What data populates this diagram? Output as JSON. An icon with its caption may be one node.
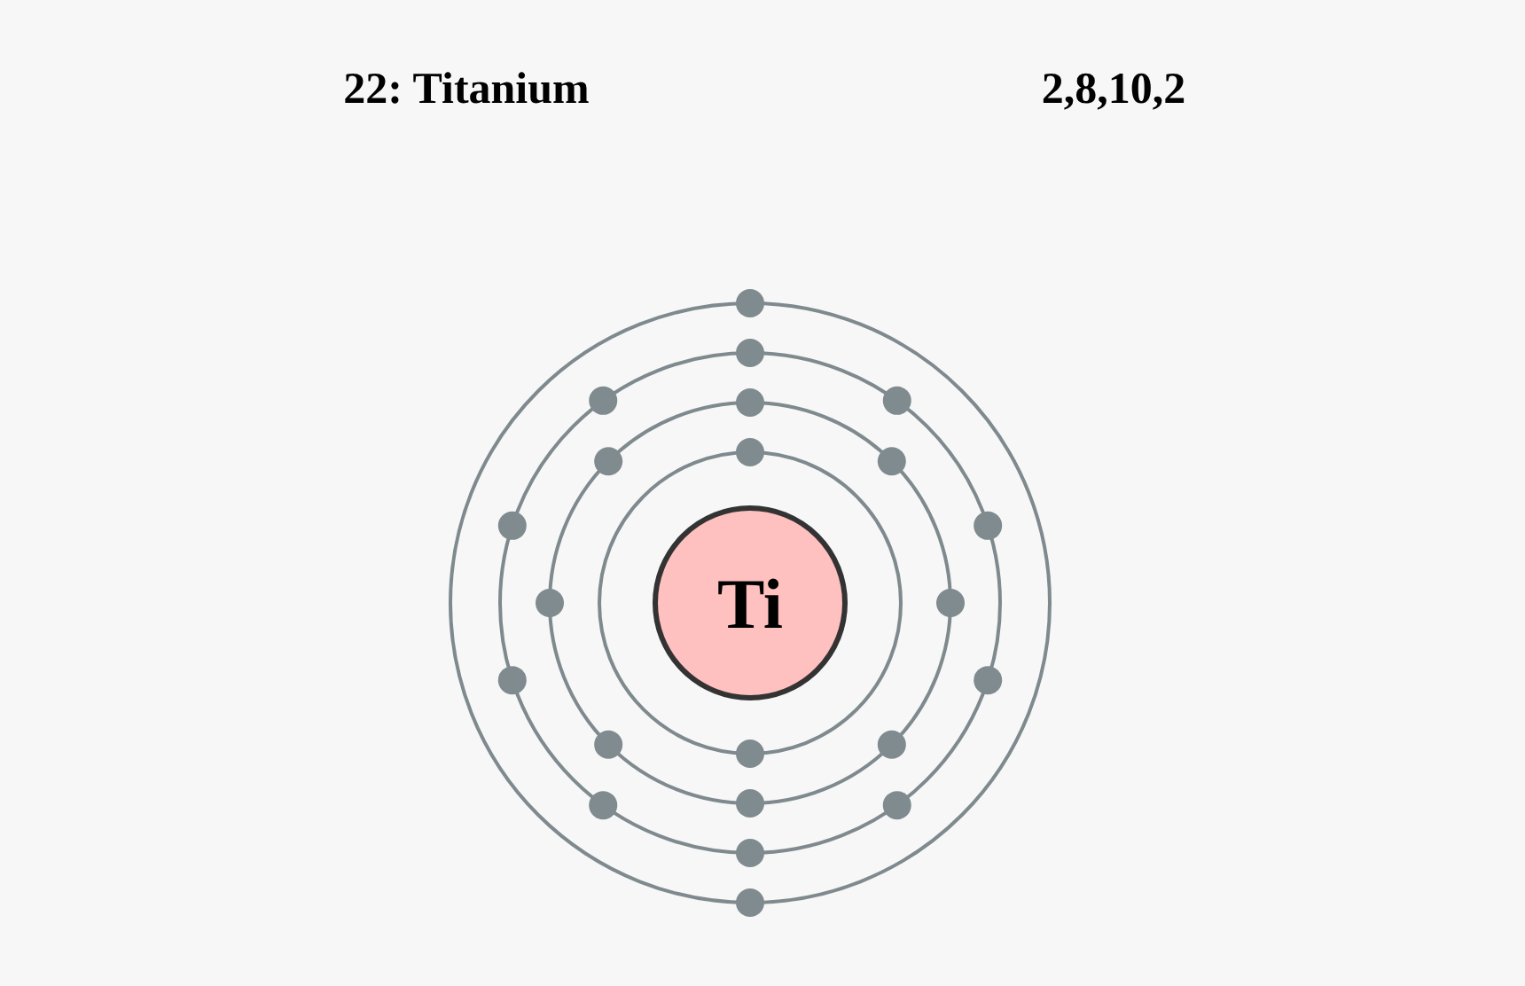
{
  "diagram": {
    "title": "22: Titanium",
    "nodes": [
      {
        "text": [
          "Ti"
        ]
      }
    ],
    "edges": [],
    "labels": [
      "2,8,10,2"
    ]
  }
}
